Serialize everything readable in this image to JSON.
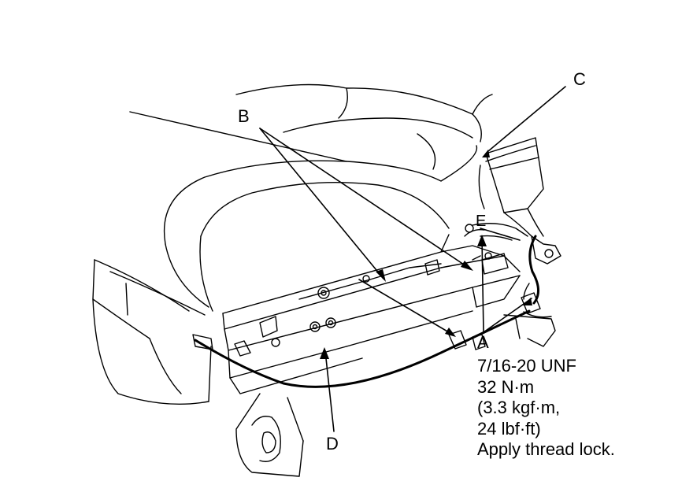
{
  "callouts": {
    "a": "A",
    "b": "B",
    "c": "C",
    "d": "D",
    "e": "E"
  },
  "spec": {
    "thread": "7/16-20 UNF",
    "torque_nm": "32 N·m",
    "torque_kgf": "(3.3 kgf·m,",
    "torque_lbf": "24 lbf·ft)",
    "note": "Apply thread lock."
  },
  "colors": {
    "line": "#000000",
    "background": "#ffffff"
  }
}
